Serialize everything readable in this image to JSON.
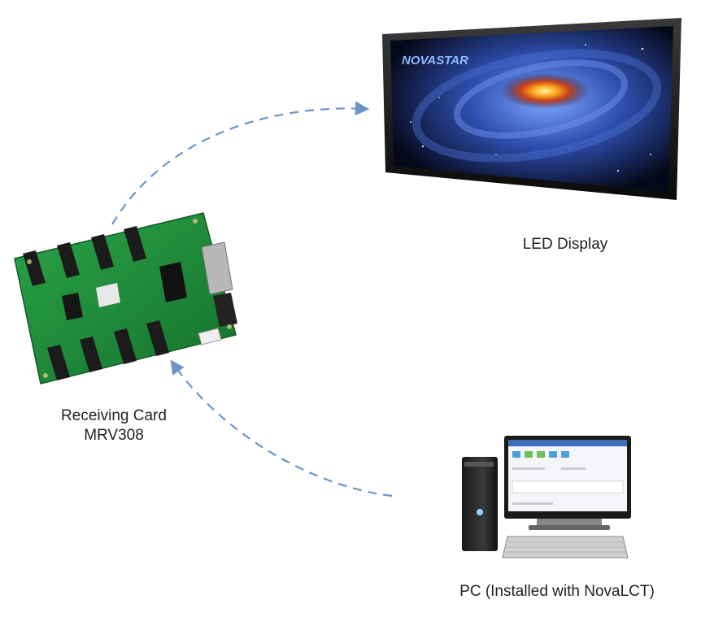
{
  "led_display": {
    "label": "LED Display",
    "brand_logo_text": "NOVASTAR"
  },
  "receiving_card": {
    "label_line1": "Receiving Card",
    "label_line2": "MRV308"
  },
  "pc": {
    "label": "PC (Installed with NovaLCT)"
  },
  "colors": {
    "arrow": "#6d94c9",
    "pcb_green": "#1f8f3a",
    "monitor_bezel": "#111111"
  }
}
